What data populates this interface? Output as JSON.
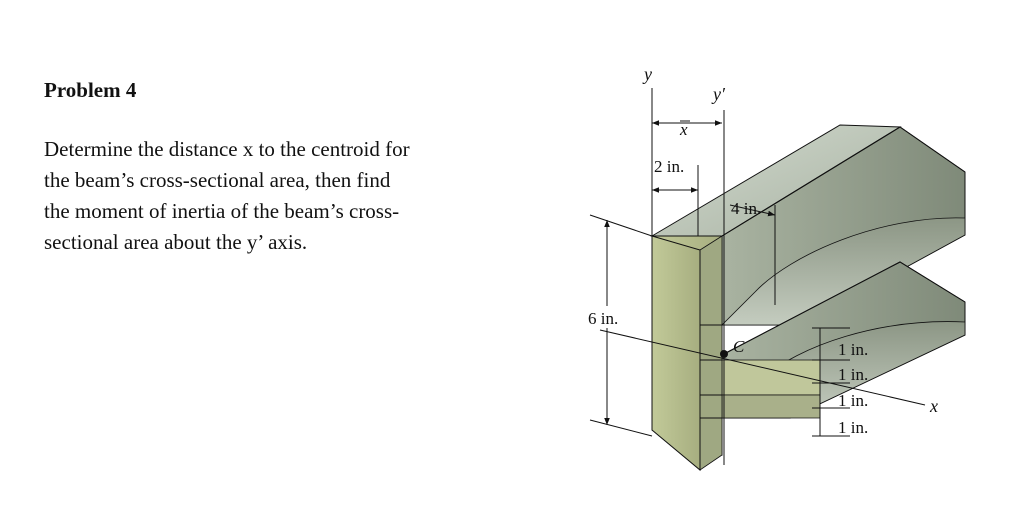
{
  "problem": {
    "title": "Problem 4",
    "lines": [
      "Determine the distance x to the centroid for",
      "the beam’s cross-sectional area, then find",
      "the moment of inertia of the beam’s cross-",
      "sectional area about the y’ axis."
    ]
  },
  "figure": {
    "axis_y": "y",
    "axis_y_prime": "y′",
    "axis_x": "x",
    "xbar": "x",
    "centroid": "C",
    "dim_2in": "2 in.",
    "dim_4in": "4 in.",
    "dim_6in": "6 in.",
    "dim_1in_a": "1 in.",
    "dim_1in_b": "1 in.",
    "dim_1in_c": "1 in.",
    "dim_1in_d": "1 in.",
    "colors": {
      "face_front": "#b9c18f",
      "face_top": "#c7cfc2",
      "face_side": "#9aa592",
      "edge": "#111111"
    }
  }
}
